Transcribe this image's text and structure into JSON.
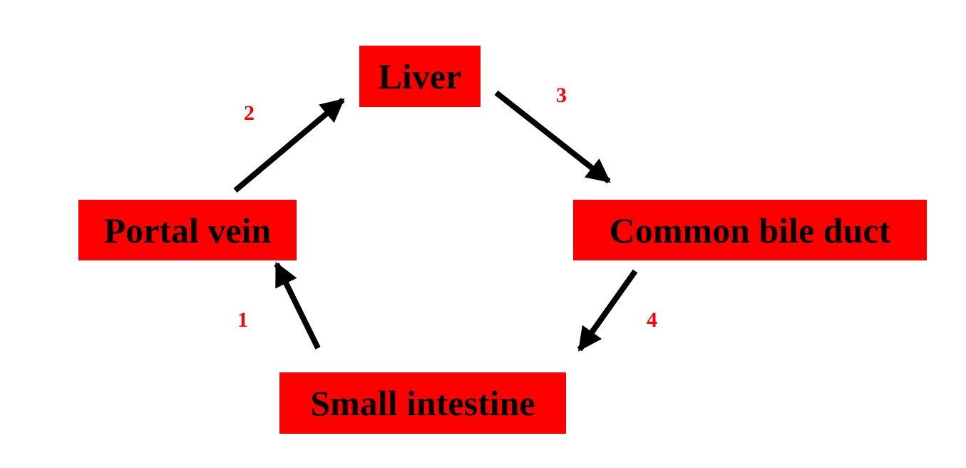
{
  "nodes": {
    "liver": "Liver",
    "portal_vein": "Portal vein",
    "common_bile_duct": "Common bile duct",
    "small_intestine": "Small intestine"
  },
  "steps": {
    "one": "1",
    "two": "2",
    "three": "3",
    "four": "4"
  },
  "colors": {
    "box_fill": "#ff0000",
    "box_text": "#000000",
    "step_label": "#ff0000",
    "arrow": "#000000"
  },
  "edges": [
    {
      "from": "small_intestine",
      "to": "portal_vein",
      "label": "1"
    },
    {
      "from": "portal_vein",
      "to": "liver",
      "label": "2"
    },
    {
      "from": "liver",
      "to": "common_bile_duct",
      "label": "3"
    },
    {
      "from": "common_bile_duct",
      "to": "small_intestine",
      "label": "4"
    }
  ]
}
